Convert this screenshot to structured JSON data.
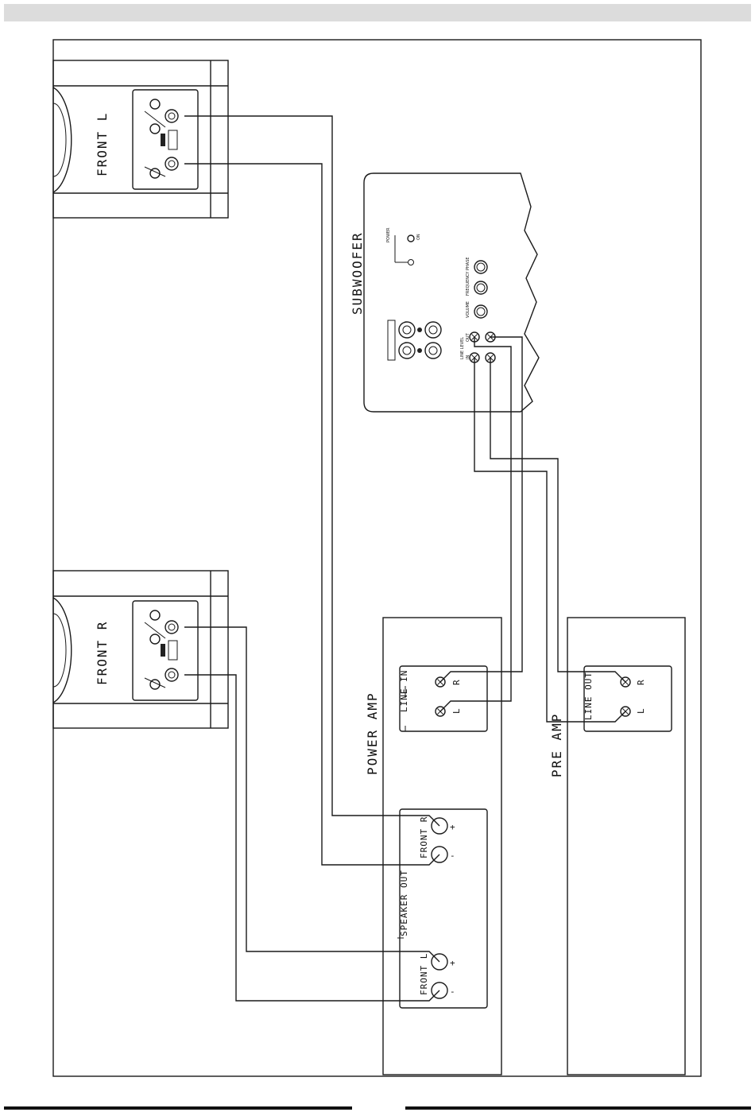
{
  "diagram": {
    "speakers": {
      "front_l": {
        "label": "FRONT L"
      },
      "front_r": {
        "label": "FRONT R"
      }
    },
    "subwoofer": {
      "label": "SUBWOOFER",
      "panel_labels": {
        "power": "POWER",
        "on": "ON",
        "volume": "VOLUME",
        "frequency": "FREQUENCY",
        "phase": "PHASE",
        "line_level": "LINE LEVEL",
        "in": "IN",
        "out": "OUT"
      }
    },
    "power_amp": {
      "label": "POWER AMP",
      "line_in": "LINE IN",
      "speaker_out": "SPEAKER OUT",
      "front_r": "FRONT R",
      "front_l": "FRONT L",
      "channel_r": "R",
      "channel_l": "L",
      "plus": "+",
      "minus": "-"
    },
    "pre_amp": {
      "label": "PRE AMP",
      "line_out": "LINE OUT",
      "channel_r": "R",
      "channel_l": "L"
    }
  }
}
